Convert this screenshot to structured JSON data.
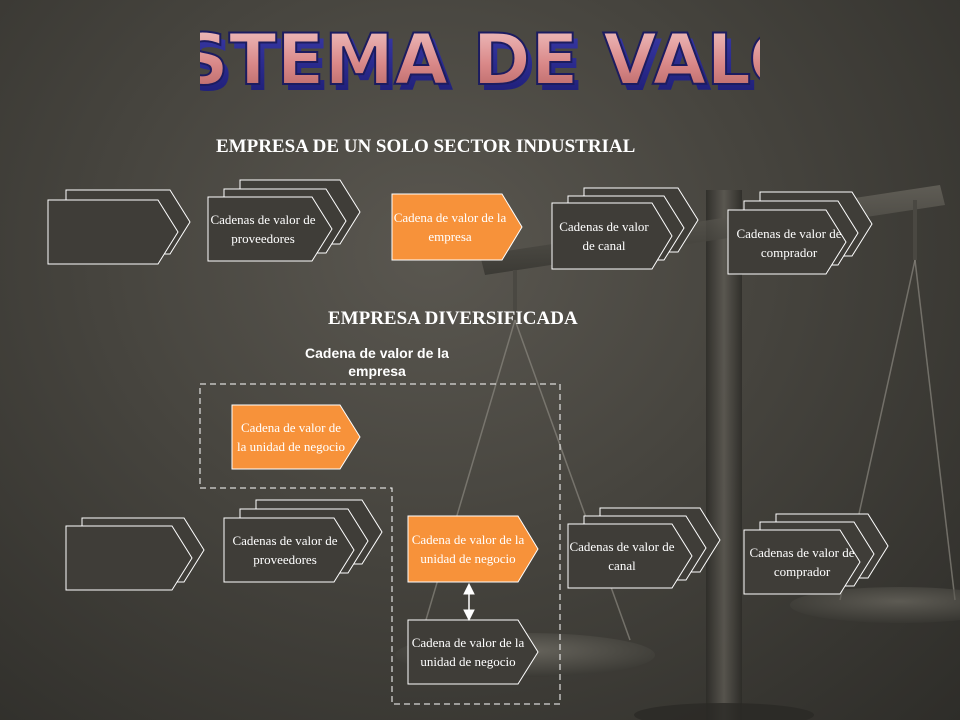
{
  "title": "SISTEMA DE VALOR",
  "section1": {
    "heading": "EMPRESA DE UN SOLO SECTOR INDUSTRIAL",
    "suppliers": "Cadenas de valor de proveedores",
    "firm": "Cadena de valor de la empresa",
    "channel": "Cadenas de valor de canal",
    "buyer": "Cadenas de valor de comprador"
  },
  "section2": {
    "heading": "EMPRESA DIVERSIFICADA",
    "group_caption": "Cadena de valor de la empresa",
    "unit_top": "Cadena de valor de la unidad de negocio",
    "suppliers": "Cadenas de valor de proveedores",
    "unit_mid": "Cadena de valor de la unidad de negocio",
    "unit_bottom": "Cadena de valor de la unidad de negocio",
    "channel": "Cadenas de valor de canal",
    "buyer": "Cadenas de valor de comprador"
  },
  "colors": {
    "orange": "#f7923a",
    "shape_fill": "#3f3d38",
    "outline": "#ffffff"
  }
}
